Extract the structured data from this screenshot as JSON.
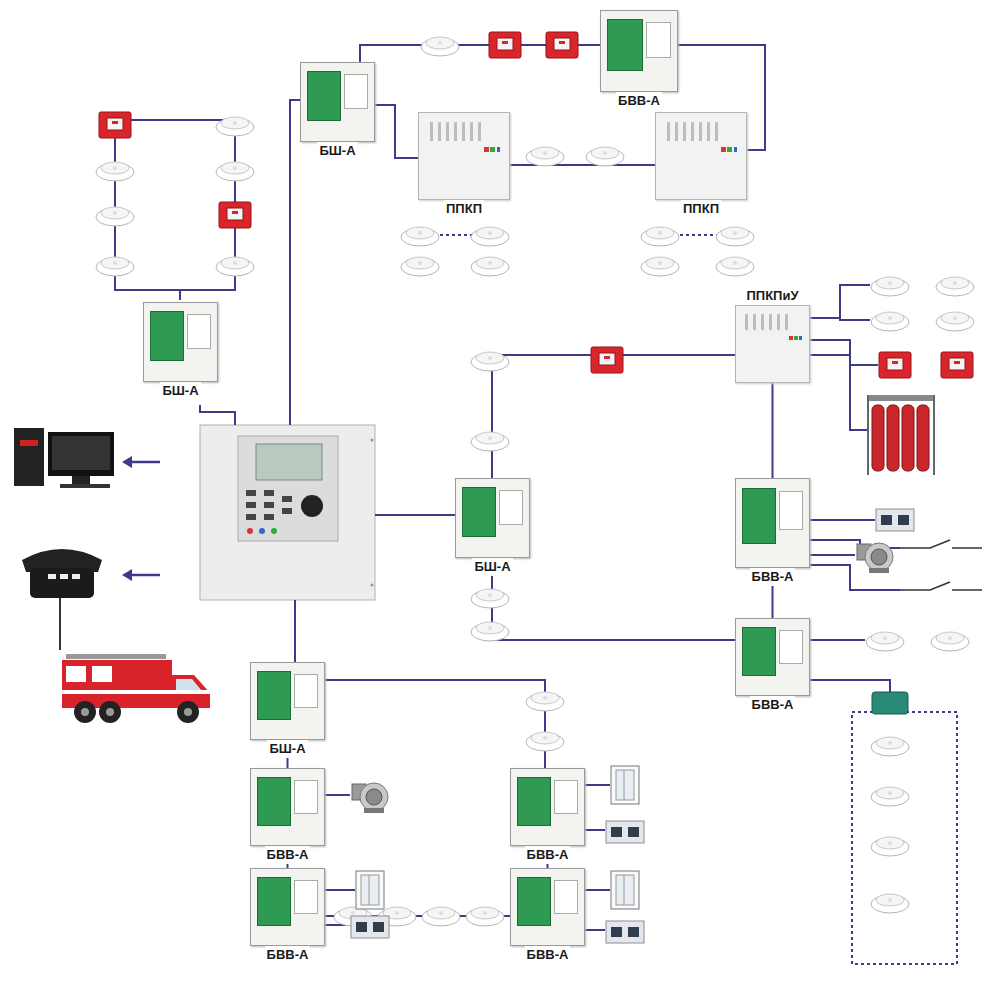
{
  "diagram": {
    "nodes": [
      {
        "text": [
          "БШ-А"
        ]
      },
      {
        "text": [
          "БВВ-А"
        ]
      },
      {
        "text": [
          "ППКП"
        ]
      },
      {
        "text": [
          "ППКП"
        ]
      },
      {
        "text": [
          "БШ-А"
        ]
      },
      {
        "text": [
          "ППКПиУ"
        ]
      },
      {
        "text": [
          "БШ-А"
        ]
      },
      {
        "text": [
          "БВВ-А"
        ]
      },
      {
        "text": [
          "БВВ-А"
        ]
      },
      {
        "text": [
          "БШ-А"
        ]
      },
      {
        "text": [
          "БВВ-А"
        ]
      },
      {
        "text": [
          "БВВ-А"
        ]
      },
      {
        "text": [
          "БВВ-А"
        ]
      },
      {
        "text": [
          "БВВ-А"
        ]
      }
    ],
    "edges": [
      {
        "from": 0,
        "to": 1,
        "arrow": "none"
      },
      {
        "from": 0,
        "to": 2,
        "arrow": "none"
      },
      {
        "from": 2,
        "to": 3,
        "arrow": "none"
      },
      {
        "from": 3,
        "to": 1,
        "arrow": "none"
      },
      {
        "from": 6,
        "to": 5,
        "arrow": "none"
      },
      {
        "from": 5,
        "to": 7,
        "arrow": "none"
      },
      {
        "from": 7,
        "to": 8,
        "arrow": "none"
      },
      {
        "from": 6,
        "to": 8,
        "arrow": "none"
      },
      {
        "from": 9,
        "to": 10,
        "arrow": "none"
      },
      {
        "from": 10,
        "to": 12,
        "arrow": "none"
      },
      {
        "from": 9,
        "to": 11,
        "arrow": "none"
      },
      {
        "from": 11,
        "to": 13,
        "arrow": "none"
      },
      {
        "from": 12,
        "to": 13,
        "arrow": "none"
      }
    ]
  }
}
